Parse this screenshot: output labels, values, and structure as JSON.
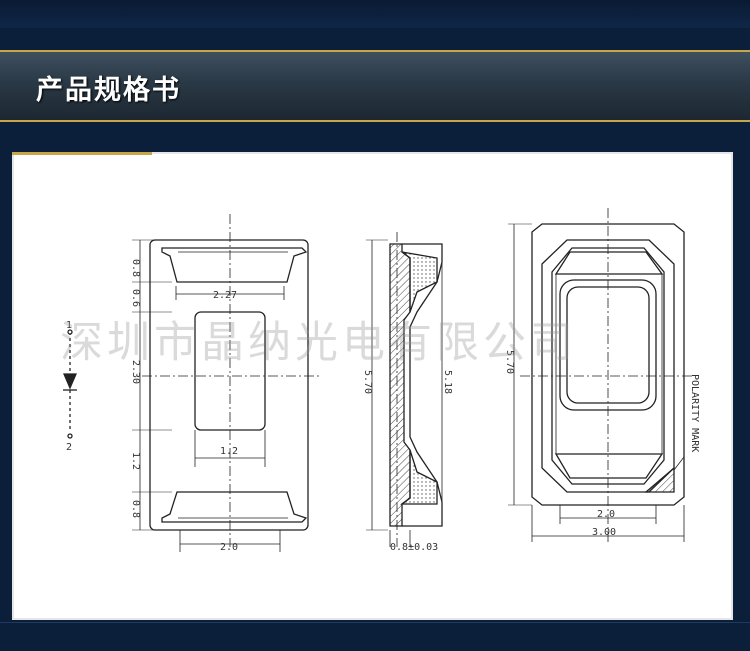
{
  "header": {
    "title": "产品规格书"
  },
  "watermark": "深圳市晶纳光电有限公司",
  "drawing": {
    "front_view": {
      "width": "2.0",
      "pad_span": "2.27",
      "window_width": "1.2",
      "left_dims": [
        "0.8",
        "0.6",
        "2.30",
        "1.2",
        "0.8"
      ]
    },
    "side_view": {
      "outer_height": "5.70",
      "inner_height": "5.18",
      "thickness": "0.8±0.03"
    },
    "top_view": {
      "height": "5.70",
      "inner_width": "2.0",
      "outer_width": "3.00",
      "polarity_label": "POLARITY MARK"
    },
    "diode": {
      "pin1": "1",
      "pin2": "2"
    }
  },
  "colors": {
    "navy": "#0b1f3a",
    "gold": "#c9a54a"
  }
}
